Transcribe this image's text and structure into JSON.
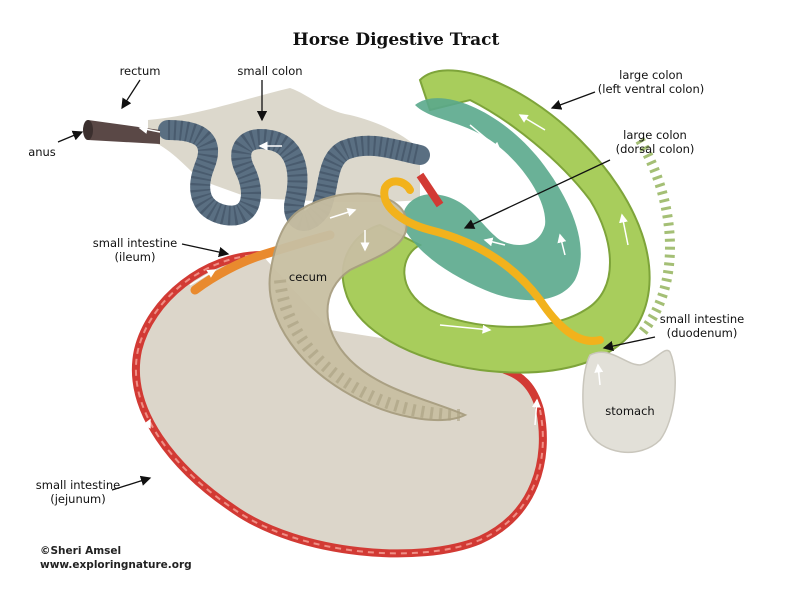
{
  "title": "Horse Digestive Tract",
  "labels": {
    "rectum": "rectum",
    "small_colon": "small colon",
    "anus": "anus",
    "large_colon_left_ventral": [
      "large colon",
      "(left ventral colon)"
    ],
    "large_colon_dorsal": [
      "large colon",
      "(dorsal colon)"
    ],
    "small_intestine_ileum": [
      "small intestine",
      "(ileum)"
    ],
    "cecum": "cecum",
    "small_intestine_duodenum": [
      "small intestine",
      "(duodenum)"
    ],
    "stomach": "stomach",
    "small_intestine_jejunum": [
      "small intestine",
      "(jejunum)"
    ]
  },
  "credit": {
    "author": "©Sheri Amsel",
    "website": "www.exploringnature.org"
  },
  "colors": {
    "mesentery": "#d8d3c5",
    "jejunum": "#d23a34",
    "small_colon": "#5a6f82",
    "large_colon_green": "#a6cc5a",
    "dorsal_colon": "#5aa88c",
    "cecum": "#c8bfa2",
    "duodenum": "#f2b21c",
    "stomach": "#e2e0d8",
    "rectum": "#5a4846"
  }
}
